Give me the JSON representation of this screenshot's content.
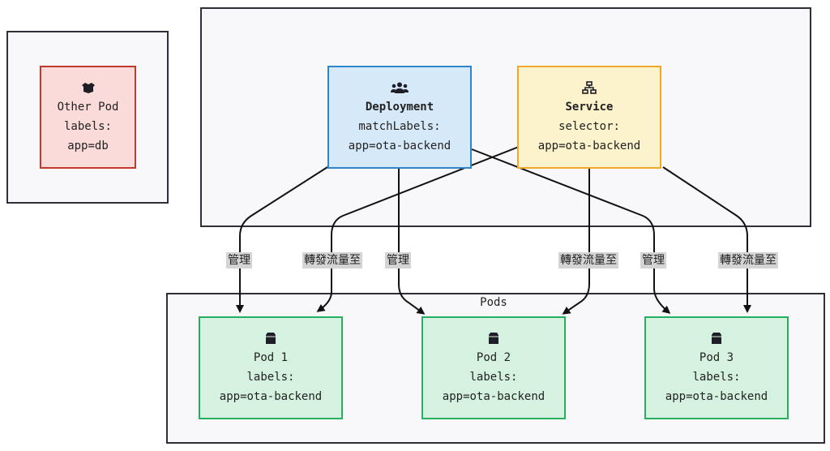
{
  "other_group": {
    "node": {
      "icon": "box-open-icon",
      "line1": "Other Pod",
      "line2": "labels:",
      "line3": "app=db"
    }
  },
  "control_group": {
    "deployment": {
      "icon": "users-icon",
      "title": "Deployment",
      "line2": "matchLabels:",
      "line3": "app=ota-backend"
    },
    "service": {
      "icon": "network-icon",
      "title": "Service",
      "line2": "selector:",
      "line3": "app=ota-backend"
    }
  },
  "pods_group": {
    "title": "Pods",
    "pods": [
      {
        "icon": "box-icon",
        "line1": "Pod 1",
        "line2": "labels:",
        "line3": "app=ota-backend"
      },
      {
        "icon": "box-icon",
        "line1": "Pod 2",
        "line2": "labels:",
        "line3": "app=ota-backend"
      },
      {
        "icon": "box-icon",
        "line1": "Pod 3",
        "line2": "labels:",
        "line3": "app=ota-backend"
      }
    ]
  },
  "edge_labels": {
    "manage": "管理",
    "forward": "轉發流量至"
  },
  "colors": {
    "pod_fill": "#d5f2e1",
    "pod_stroke": "#27ae60",
    "deploy_fill": "#d6e9f8",
    "deploy_stroke": "#2f85c8",
    "service_fill": "#fcf2cc",
    "service_stroke": "#f0a82a",
    "other_fill": "#fadbd9",
    "other_stroke": "#c0392b"
  }
}
